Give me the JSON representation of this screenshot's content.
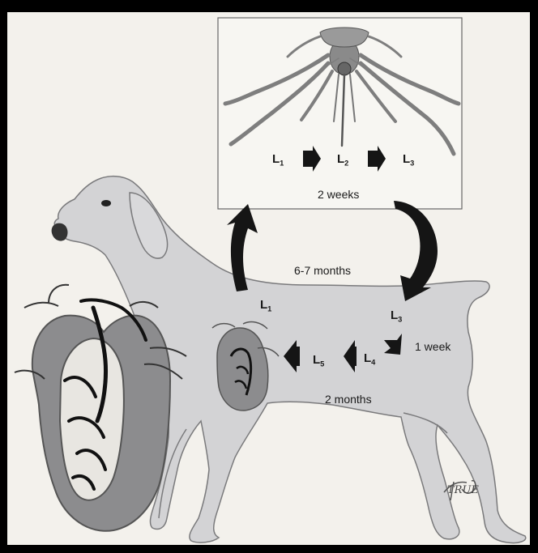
{
  "labels": {
    "mosquito_l1": "L",
    "mosquito_l1_sub": "1",
    "mosquito_l2": "L",
    "mosquito_l2_sub": "2",
    "mosquito_l3": "L",
    "mosquito_l3_sub": "3",
    "mosquito_duration": "2 weeks",
    "prepatent_duration": "6-7 months",
    "dog_l1": "L",
    "dog_l1_sub": "1",
    "dog_l3": "L",
    "dog_l3_sub": "3",
    "dog_l4": "L",
    "dog_l4_sub": "4",
    "dog_l5": "L",
    "dog_l5_sub": "5",
    "l3_to_l4_duration": "1 week",
    "l5_duration": "2 months"
  },
  "signature": "TRUE",
  "colors": {
    "page": "#f3f1ec",
    "border": "#000000",
    "dog_fill": "#d3d3d5",
    "dog_stroke": "#7a7a7c",
    "heart_fill": "#8c8c8e",
    "arrow": "#151515",
    "mosquito": "#8a8a8a"
  }
}
